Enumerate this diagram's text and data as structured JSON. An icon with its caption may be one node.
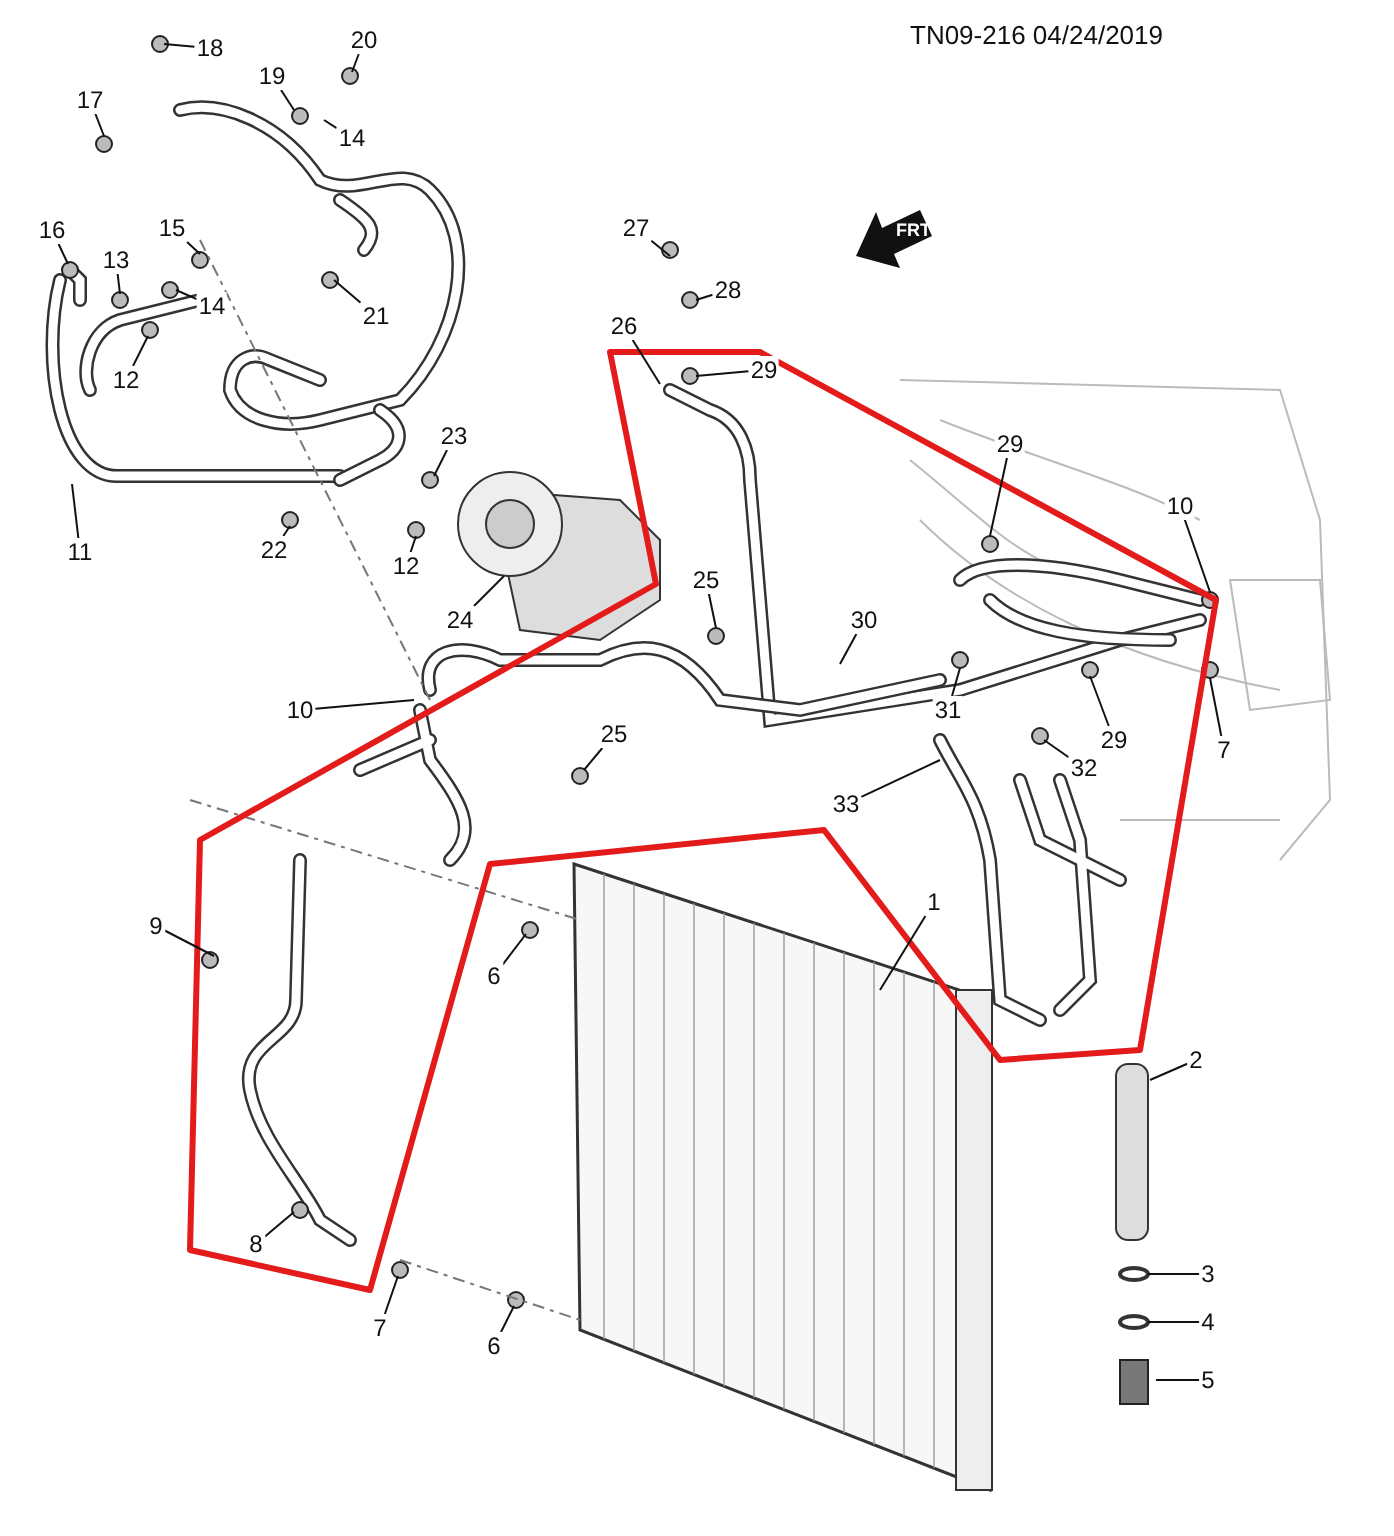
{
  "diagram": {
    "nodes": [
      {
        "text": [
          "18"
        ]
      },
      {
        "text": [
          "20"
        ]
      },
      {
        "text": [
          "17"
        ]
      },
      {
        "text": [
          "19"
        ]
      },
      {
        "text": [
          "14"
        ]
      },
      {
        "text": [
          "15"
        ]
      },
      {
        "text": [
          "16"
        ]
      },
      {
        "text": [
          "13"
        ]
      },
      {
        "text": [
          "14"
        ]
      },
      {
        "text": [
          "12"
        ]
      },
      {
        "text": [
          "21"
        ]
      },
      {
        "text": [
          "11"
        ]
      },
      {
        "text": [
          "22"
        ]
      },
      {
        "text": [
          "23"
        ]
      },
      {
        "text": [
          "12"
        ]
      },
      {
        "text": [
          "24"
        ]
      },
      {
        "text": [
          "27"
        ]
      },
      {
        "text": [
          "28"
        ]
      },
      {
        "text": [
          "26"
        ]
      },
      {
        "text": [
          "29"
        ]
      },
      {
        "text": [
          "29"
        ]
      },
      {
        "text": [
          "10"
        ]
      },
      {
        "text": [
          "25"
        ]
      },
      {
        "text": [
          "30"
        ]
      },
      {
        "text": [
          "31"
        ]
      },
      {
        "text": [
          "29"
        ]
      },
      {
        "text": [
          "7"
        ]
      },
      {
        "text": [
          "10"
        ]
      },
      {
        "text": [
          "25"
        ]
      },
      {
        "text": [
          "32"
        ]
      },
      {
        "text": [
          "33"
        ]
      },
      {
        "text": [
          "1"
        ]
      },
      {
        "text": [
          "9"
        ]
      },
      {
        "text": [
          "6"
        ]
      },
      {
        "text": [
          "2"
        ]
      },
      {
        "text": [
          "8"
        ]
      },
      {
        "text": [
          "7"
        ]
      },
      {
        "text": [
          "6"
        ]
      },
      {
        "text": [
          "3"
        ]
      },
      {
        "text": [
          "4"
        ]
      },
      {
        "text": [
          "5"
        ]
      }
    ],
    "edges": [
      {
        "from": 0,
        "to": null,
        "arrow": "none"
      },
      {
        "from": 1,
        "to": null,
        "arrow": "none"
      },
      {
        "from": 2,
        "to": null,
        "arrow": "none"
      },
      {
        "from": 3,
        "to": null,
        "arrow": "none"
      },
      {
        "from": 4,
        "to": null,
        "arrow": "none"
      },
      {
        "from": 5,
        "to": null,
        "arrow": "none"
      },
      {
        "from": 6,
        "to": null,
        "arrow": "none"
      },
      {
        "from": 7,
        "to": null,
        "arrow": "none"
      },
      {
        "from": 8,
        "to": null,
        "arrow": "none"
      },
      {
        "from": 9,
        "to": null,
        "arrow": "none"
      },
      {
        "from": 10,
        "to": null,
        "arrow": "none"
      },
      {
        "from": 11,
        "to": null,
        "arrow": "none"
      },
      {
        "from": 12,
        "to": null,
        "arrow": "none"
      },
      {
        "from": 13,
        "to": null,
        "arrow": "none"
      },
      {
        "from": 14,
        "to": null,
        "arrow": "none"
      },
      {
        "from": 15,
        "to": null,
        "arrow": "none"
      },
      {
        "from": 16,
        "to": null,
        "arrow": "none"
      },
      {
        "from": 17,
        "to": null,
        "arrow": "none"
      },
      {
        "from": 18,
        "to": null,
        "arrow": "none"
      },
      {
        "from": 19,
        "to": null,
        "arrow": "none"
      },
      {
        "from": 20,
        "to": null,
        "arrow": "none"
      },
      {
        "from": 21,
        "to": null,
        "arrow": "none"
      },
      {
        "from": 22,
        "to": null,
        "arrow": "none"
      },
      {
        "from": 23,
        "to": null,
        "arrow": "none"
      },
      {
        "from": 24,
        "to": null,
        "arrow": "none"
      },
      {
        "from": 25,
        "to": null,
        "arrow": "none"
      },
      {
        "from": 26,
        "to": null,
        "arrow": "none"
      },
      {
        "from": 27,
        "to": null,
        "arrow": "none"
      },
      {
        "from": 28,
        "to": null,
        "arrow": "none"
      },
      {
        "from": 29,
        "to": null,
        "arrow": "none"
      },
      {
        "from": 30,
        "to": null,
        "arrow": "none"
      },
      {
        "from": 31,
        "to": null,
        "arrow": "none"
      },
      {
        "from": 32,
        "to": null,
        "arrow": "none"
      },
      {
        "from": 33,
        "to": null,
        "arrow": "none"
      },
      {
        "from": 34,
        "to": null,
        "arrow": "none"
      },
      {
        "from": 35,
        "to": null,
        "arrow": "none"
      },
      {
        "from": 36,
        "to": null,
        "arrow": "none"
      },
      {
        "from": 37,
        "to": null,
        "arrow": "none"
      },
      {
        "from": 38,
        "to": null,
        "arrow": "none"
      },
      {
        "from": 39,
        "to": null,
        "arrow": "none"
      },
      {
        "from": 40,
        "to": null,
        "arrow": "none"
      }
    ],
    "labels": [
      "TN09-216  04/24/2019",
      "FRT"
    ]
  }
}
